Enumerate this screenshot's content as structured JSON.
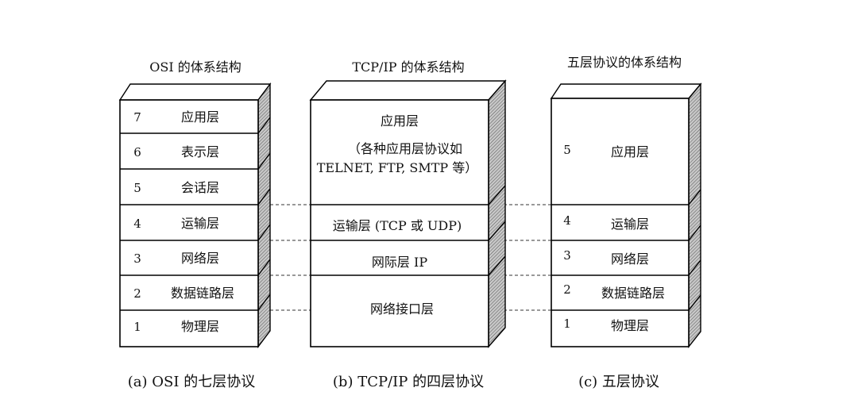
{
  "osi": {
    "heading": "OSI 的体系结构",
    "caption": "(a) OSI 的七层协议",
    "layers": [
      {
        "num": "7",
        "name": "应用层"
      },
      {
        "num": "6",
        "name": "表示层"
      },
      {
        "num": "5",
        "name": "会话层"
      },
      {
        "num": "4",
        "name": "运输层"
      },
      {
        "num": "3",
        "name": "网络层"
      },
      {
        "num": "2",
        "name": "数据链路层"
      },
      {
        "num": "1",
        "name": "物理层"
      }
    ]
  },
  "tcpip": {
    "heading": "TCP/IP 的体系结构",
    "caption": "(b) TCP/IP 的四层协议",
    "layers": [
      {
        "lines": [
          "应用层",
          "（各种应用层协议如",
          "TELNET, FTP, SMTP 等）"
        ]
      },
      {
        "lines": [
          "运输层 (TCP 或 UDP)"
        ]
      },
      {
        "lines": [
          "网际层 IP"
        ]
      },
      {
        "lines": [
          "网络接口层"
        ]
      }
    ]
  },
  "five": {
    "heading": "五层协议的体系结构",
    "caption": "(c) 五层协议",
    "layers": [
      {
        "num": "5",
        "name": "应用层"
      },
      {
        "num": "4",
        "name": "运输层"
      },
      {
        "num": "3",
        "name": "网络层"
      },
      {
        "num": "2",
        "name": "数据链路层"
      },
      {
        "num": "1",
        "name": "物理层"
      }
    ]
  }
}
